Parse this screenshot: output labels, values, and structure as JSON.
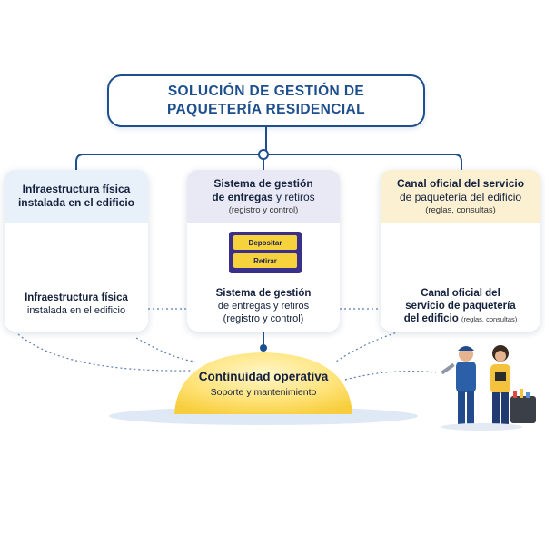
{
  "title": {
    "line1": "SOLUCIÓN DE GESTIÓN DE",
    "line2": "PAQUETERÍA RESIDENCIAL"
  },
  "left_card": {
    "head_line1": "Infraestructura física",
    "head_line2": "instalada en el edificio",
    "foot_line1": "Infraestructura física",
    "foot_line2": "instalada en el edificio"
  },
  "mid_card": {
    "head_line1": "Sistema de gestión",
    "head_line2_bold": "de entregas",
    "head_line2_rest": " y retiros",
    "head_line3": "(registro y control)",
    "btn_deposit": "Depositar",
    "btn_withdraw": "Retirar",
    "foot_line1": "Sistema de gestión",
    "foot_line2": "de entregas y retiros",
    "foot_line3": "(registro y control)"
  },
  "right_card": {
    "head_line1": "Canal oficial del servicio",
    "head_line2": "de paquetería del edificio",
    "head_line3": "(reglas, consultas)",
    "foot_line1": "Canal oficial del",
    "foot_line2": "servicio de paquetería",
    "foot_line3": "del edificio",
    "foot_small": "(reglas, consultas)"
  },
  "continuity": {
    "title": "Continuidad operativa",
    "subtitle": "Soporte y mantenimiento"
  },
  "colors": {
    "navy": "#1d4f8f",
    "yellow": "#f6d33c",
    "purple": "#3a2f8a"
  }
}
